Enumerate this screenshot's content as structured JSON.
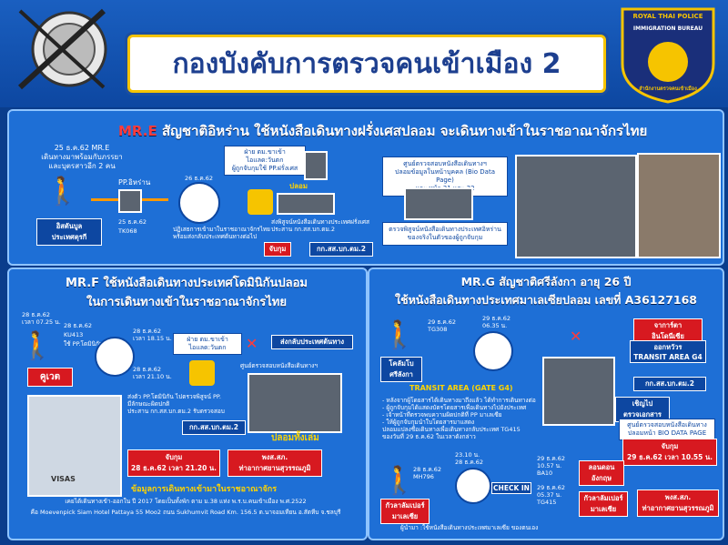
{
  "header": {
    "title": "กองบังคับการตรวจคนเข้าเมือง 2",
    "badge_top": "ROYAL THAI POLICE",
    "badge_mid": "IMMIGRATION BUREAU",
    "badge_bottom": "สำนักงานตรวจคนเข้าเมือง"
  },
  "case_e": {
    "title_prefix": "MR.E",
    "title_rest": "สัญชาติอิหร่าน ใช้หนังสือเดินทางฝรั่งเศสปลอม จะเดินทางเข้าในราชอาณาจักรไทย",
    "intro": [
      "25 ธ.ค.62 MR.E",
      "เดินทางมาพร้อมกับภรรยา",
      "และบุตรสาวอีก 2 คน"
    ],
    "origin": [
      "อิสตันบูล",
      "ประเทศตุรกี"
    ],
    "pp_label": "PP.อิหร่าน",
    "flight_date": "25 ธ.ค.62",
    "flight_code": "TK068",
    "arrive_date": "26 ธ.ค.62",
    "officer_note": [
      "ฝ่าย ตม.ขาเข้า",
      "ไอแลด:วันตก",
      "ผู้ถูกจับกุมใช้ PP.ฝรั่งเศส"
    ],
    "fake_label": "ปลอม",
    "lab_note": [
      "ศูนย์ตรวจสอบหนังสือเดินทางฯ",
      "ปลอมข้อมูลในหน้าบุคคล (Bio Data Page)",
      "และ หน้า 31 และ 32"
    ],
    "refuse_note": [
      "ปฏิเสธการเข้ามาในราชอาณาจักรไทย",
      "พร้อมส่งกลับประเทศต้นทางต่อไป"
    ],
    "doc_note": [
      "ตรวจพิสูจน์หนังสือเดินทางประเทศอิหร่าน",
      "ของจริงในตัวของผู้ถูกจับกุม"
    ],
    "transfer_note": [
      "ส่งพิสูจน์หนังสือเดินทางประเทศฝรั่งเศส",
      "ประสาน กก.สส.บก.ตม.2"
    ],
    "unit": "กก.สส.บก.ตม.2",
    "arrest": "จับกุม"
  },
  "case_f": {
    "title_line1": "MR.F ใช้หนังสือเดินทางประเทศโดมินิกันปลอม",
    "title_line2": "ในการเดินทางเข้าในราชอาณาจักรไทย",
    "date1": "28 ธ.ค.62",
    "time1": "เวลา 07.25 น.",
    "date2": "28 ธ.ค.62",
    "flight": "KU413",
    "pp_note": "ใช้ PP.โดมินิกันปลอม",
    "origin": "คูเวต",
    "arrive_date": "28 ธ.ค.62",
    "arrive_time": "เวลา 18.15 น.",
    "officer_note": [
      "ฝ่าย ตม.ขาเข้า",
      "ไอแลด:วันตก"
    ],
    "officer_date": "28 ธ.ค.62",
    "officer_time": "เวลา 21.10 น.",
    "stop_note": "ส่งกลับประเทศต้นทาง",
    "lab_note": "ศูนย์ตรวจสอบหนังสือเดินทางฯ",
    "transfer_note": [
      "ส่งตัว PP.โดมินิกัน ไปตรวจพิสูจน์ PP.",
      "มีลักษณะผิดปกติ",
      "ประสาน กก.สส.บก.ตม.2 รับตรวจสอบ"
    ],
    "unit": "กก.สส.บก.ตม.2",
    "fake_label": "ปลอมทั้งเล่ม",
    "arrest": "จับกุม",
    "arrest_time": "28 ธ.ค.62 เวลา 21.20 น.",
    "police": "พงส.สภ.",
    "police_unit": "ท่าอากาศยานสุวรรณภูมิ",
    "visas": "VISAS",
    "footer_title": "ข้อมูลการเดินทางเข้ามาในราชอาณาจักร",
    "footer_line1": "เคยได้เดินทางเข้า-ออกใน ปี 2017 โดยเป็นทั้งพัก ตาม ม.38 แห่ง พ.ร.บ.คนเข้าเมือง พ.ศ.2522",
    "footer_line2": "คือ Moevenpick Siam Hotel Pattaya 55 Moo2 ถนน Sukhumvit Road Km. 156.5 ต.นาจอมเทียน อ.สัตหีบ จ.ชลบุรี"
  },
  "case_g": {
    "title_line1": "MR.G สัญชาติศรีลังกา อายุ 26 ปี",
    "title_line2": "ใช้หนังสือเดินทางประเทศมาเลเซียปลอม เลขที่ A36127168",
    "date1": "29 ธ.ค.62",
    "time1": "TG308",
    "origin": [
      "โคลัมโบ",
      "ศรีลังกา"
    ],
    "arrive_date": "29 ธ.ค.62",
    "arrive_time": "06.35 น.",
    "dest_label": [
      "จาการ์ตา",
      "อินโดนีเซีย"
    ],
    "gate_label": [
      "ออกหวัวร",
      "TRANSIT AREA G4"
    ],
    "transit": "TRANSIT AREA (GATE G4)",
    "transit_note": [
      "- หลังจากผู้โดยสารได้เดินทางมาถึงแล้ว ได้ทำการเดินทางต่อ",
      "- ผู้ถูกจับกุมได้แสดงบัตรโดยสารเพื่อเดินทางไปยังประเทศ",
      "- เจ้าหน้าที่ตรวจพบความผิดปกติที่ PP มาเลเซีย",
      "- ให้ผู้ถูกจับกุมนำใบโดยสารมาแสดง",
      "ปลอมแปลงชื่อเดินทางเพื่อเดินทางกลับประเทศ TG415",
      "ของวันที่ 29 ธ.ค.62 ในเวลาดังกล่าว"
    ],
    "unit": "กก.สส.บก.ตม.2",
    "check_label": "เชิญไป",
    "check_unit": "ตรวจเอกสาร",
    "bio_note": [
      "ศูนย์ตรวจสอบหนังสือเดินทาง",
      "ปลอมหน้า BIO DATA PAGE"
    ],
    "arrest": "จับกุม",
    "arrest_time": "29 ธ.ค.62 เวลา 10.55 น.",
    "kl_origin": [
      "กัวลาลัมเปอร์",
      "มาเลเซีย"
    ],
    "kl_date": "28 ธ.ค.62",
    "kl_flight": "MH796",
    "kl_arrive": "28 ธ.ค.62",
    "kl_time": "23.10 น.",
    "check_in": "CHECK IN",
    "leg1_date": "29 ธ.ค.62",
    "leg1_time": "10.57 น.",
    "leg1_flight": "BA10",
    "leg2_date": "29 ธ.ค.62",
    "leg2_time": "05.37 น.",
    "leg2_flight": "TG415",
    "london": [
      "ลอนดอน",
      "อังกฤษ"
    ],
    "kl_dest": [
      "กัวลาลัมเปอร์",
      "มาเลเซีย"
    ],
    "police": "พงส.สภ.",
    "police_unit": "ท่าอากาศยานสุวรรณภูมิ",
    "bottom_note": "ผู้นำมา :ใช้หนังสือเดินทางประเทศมาเลเซีย ของตนเอง"
  }
}
